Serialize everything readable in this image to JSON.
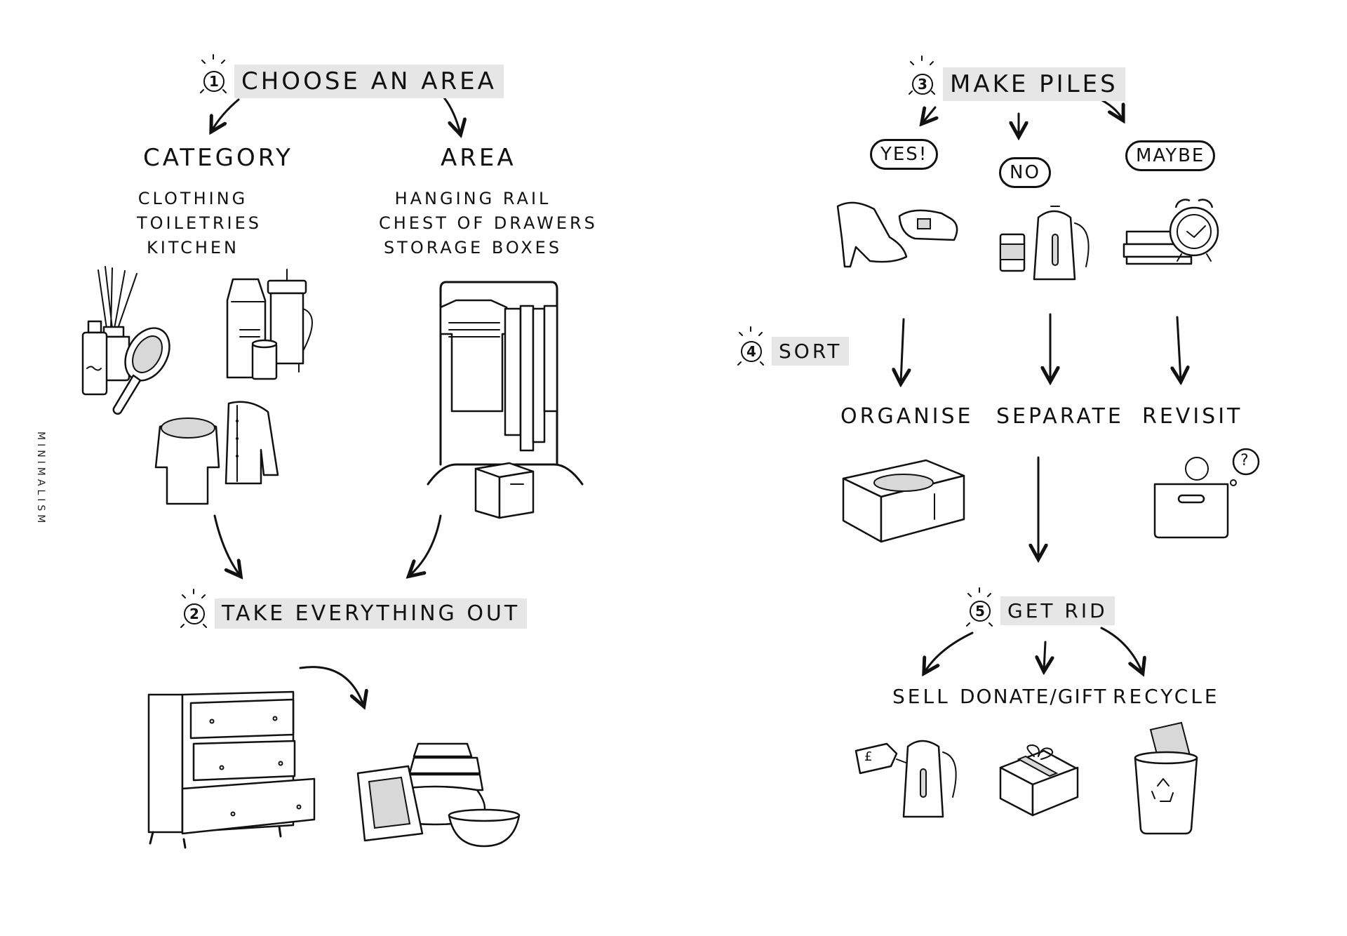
{
  "side_label": "Minimalism",
  "steps": [
    {
      "num": "1",
      "title": "Choose an area"
    },
    {
      "num": "2",
      "title": "Take everything out"
    },
    {
      "num": "3",
      "title": "Make piles"
    },
    {
      "num": "4",
      "title": "Sort"
    },
    {
      "num": "5",
      "title": "Get rid"
    }
  ],
  "choose": {
    "category": {
      "title": "Category",
      "items": [
        "Clothing",
        "Toiletries",
        "Kitchen"
      ]
    },
    "area": {
      "title": "Area",
      "items": [
        "Hanging rail",
        "Chest of drawers",
        "Storage boxes"
      ]
    }
  },
  "piles": [
    "Yes!",
    "No",
    "Maybe"
  ],
  "sort_outcomes": [
    "Organise",
    "Separate",
    "Revisit"
  ],
  "revisit_mark": "?",
  "get_rid_options": [
    "Sell",
    "Donate/Gift",
    "Recycle"
  ],
  "price_tag_symbol": "£",
  "icons": [
    "reed-diffuser-icon",
    "bottle-icon",
    "hairbrush-icon",
    "coffee-bag-icon",
    "french-press-icon",
    "cup-icon",
    "jumper-icon",
    "cardigan-icon",
    "clothes-rail-icon",
    "storage-box-icon",
    "chest-of-drawers-icon",
    "item-pile-icon",
    "heel-shoe-icon",
    "belt-icon",
    "kettle-icon",
    "can-icon",
    "towels-icon",
    "alarm-clock-icon",
    "organiser-box-icon",
    "bag-icon",
    "price-tag-icon",
    "gift-icon",
    "recycle-bin-icon"
  ]
}
